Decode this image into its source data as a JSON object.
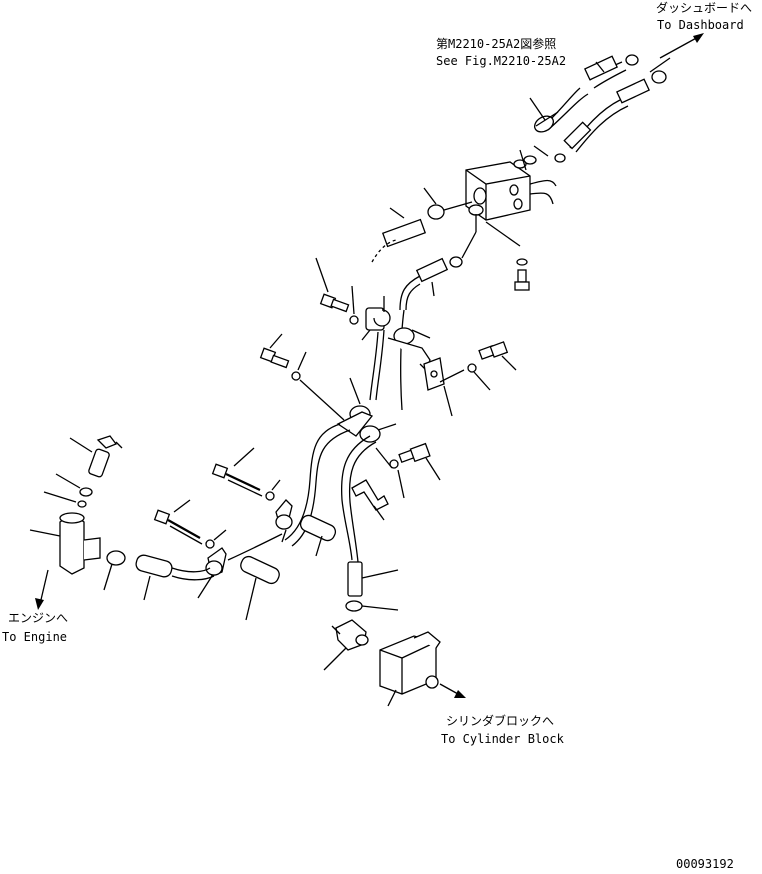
{
  "labels": {
    "dashboard_jp": "ダッシュボードへ",
    "dashboard_en": "To Dashboard",
    "ref_jp": "第M2210-25A2図参照",
    "ref_en": "See Fig.M2210-25A2",
    "engine_jp": "エンジンへ",
    "engine_en": "To Engine",
    "cylinder_jp": "シリンダブロックへ",
    "cylinder_en": "To Cylinder Block",
    "drawing_no": "00093192"
  }
}
